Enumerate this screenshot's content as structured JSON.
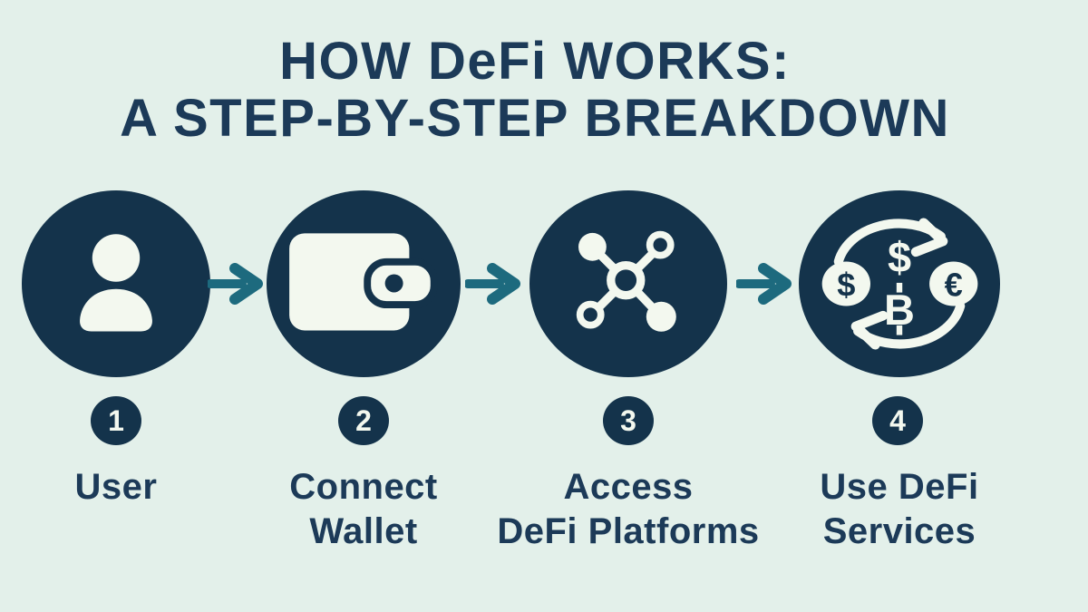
{
  "title": {
    "line1": "HOW DeFi WORKS:",
    "line2": "A STEP-BY-STEP BREAKDOWN"
  },
  "steps": [
    {
      "number": "1",
      "icon": "user-icon",
      "label_line1": "User",
      "label_line2": ""
    },
    {
      "number": "2",
      "icon": "wallet-icon",
      "label_line1": "Connect",
      "label_line2": "Wallet"
    },
    {
      "number": "3",
      "icon": "defi-network-icon",
      "label_line1": "Access",
      "label_line2": "DeFi Platforms"
    },
    {
      "number": "4",
      "icon": "currency-exchange-icon",
      "label_line1": "Use DeFi",
      "label_line2": "Services"
    }
  ],
  "currency_symbols": {
    "dollar_center": "$",
    "bitcoin": "B",
    "dollar_coin": "$",
    "euro_coin": "€"
  },
  "colors": {
    "background": "#e3f0ea",
    "circle_navy": "#14334b",
    "arrow_teal": "#1d6a7e",
    "icon_offwhite": "#f3f8ef",
    "text_navy": "#1c3a58"
  }
}
